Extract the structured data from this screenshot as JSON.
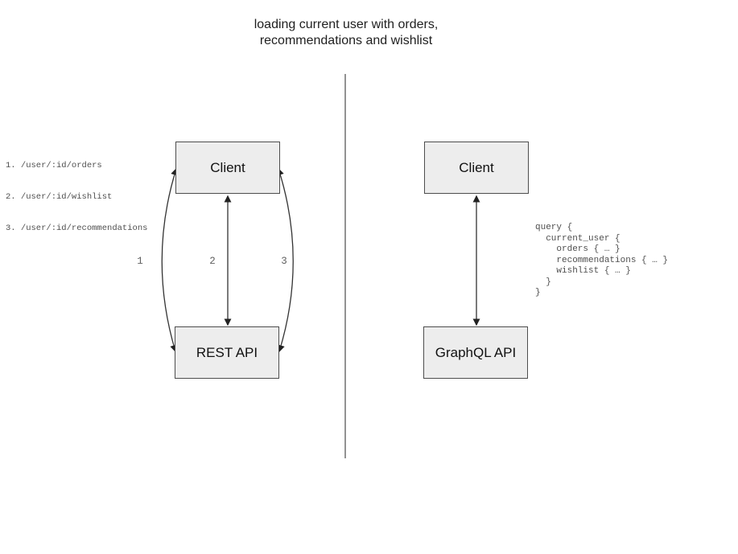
{
  "title": {
    "line1": "loading current user with orders,",
    "line2": "recommendations and wishlist"
  },
  "rest_panel": {
    "endpoints": [
      "1. /user/:id/orders",
      "2. /user/:id/wishlist",
      "3. /user/:id/recommendations"
    ],
    "client_box_label": "Client",
    "api_box_label": "REST API",
    "arrow_labels": [
      "1",
      "2",
      "3"
    ]
  },
  "graphql_panel": {
    "client_box_label": "Client",
    "api_box_label": "GraphQL API",
    "query": "query {\n  current_user {\n    orders { … }\n    recommendations { … }\n    wishlist { … }\n  }\n}"
  },
  "colors": {
    "box_fill": "#ededed",
    "box_border": "#4d4d4d",
    "arrow_line": "#333333",
    "muted_text": "#4f4f4f",
    "divider": "#6e6e6e"
  }
}
